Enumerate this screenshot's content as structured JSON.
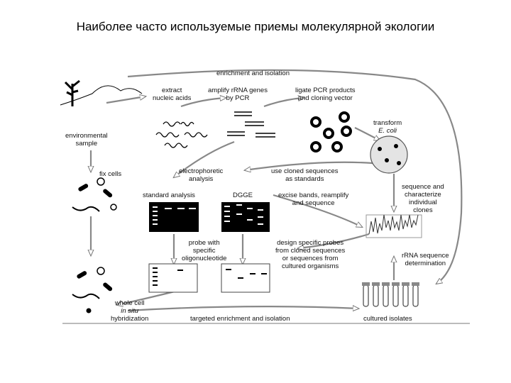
{
  "title": "Наиболее часто используемые приемы молекулярной экологии",
  "diagram": {
    "labels": {
      "enrichment_isolation": "enrichment and isolation",
      "extract": [
        "extract",
        "nucleic acids"
      ],
      "amplify": [
        "amplify rRNA genes",
        "by PCR"
      ],
      "ligate": [
        "ligate PCR products",
        "and cloning vector"
      ],
      "transform": [
        "transform",
        "E. coli"
      ],
      "environmental_sample": [
        "environmental",
        "sample"
      ],
      "fix_cells": "fix cells",
      "electrophoretic": [
        "electrophoretic",
        "analysis"
      ],
      "use_cloned": [
        "use cloned sequences",
        "as standards"
      ],
      "sequence_characterize": [
        "sequence and",
        "characterize",
        "individual",
        "clones"
      ],
      "standard_analysis": "standard analysis",
      "dgge": "DGGE",
      "excise_bands": [
        "excise bands, reamplify",
        "and sequence"
      ],
      "probe_with": [
        "probe with",
        "specific",
        "oligonucleotide"
      ],
      "design_probes": [
        "design specific probes",
        "from cloned sequences",
        "or sequences from",
        "cultured organisms"
      ],
      "rrna_sequence": [
        "rRNA sequence",
        "determination"
      ],
      "whole_cell": [
        "whole cell",
        "in situ",
        "hybridization"
      ],
      "targeted_enrichment": "targeted enrichment and isolation",
      "cultured_isolates": "cultured isolates"
    }
  }
}
